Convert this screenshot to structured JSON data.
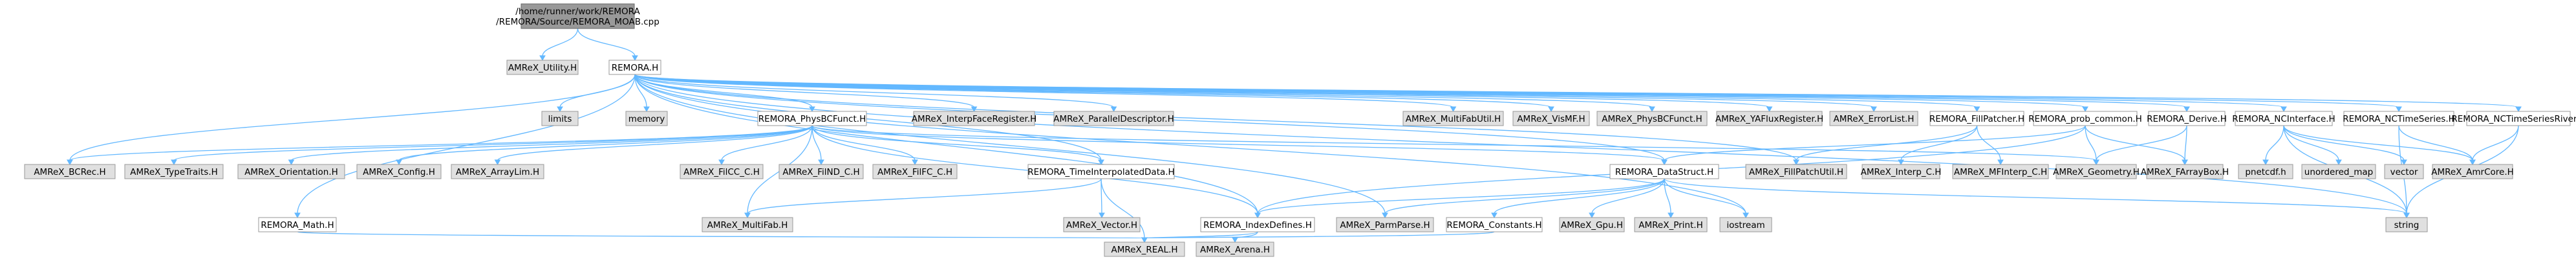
{
  "colors": {
    "root_fill": "#999999",
    "internal_fill": "#ffffff",
    "external_fill": "#e0e0e0",
    "border": "#999999",
    "edge": "#63b8ff"
  },
  "nodes": [
    {
      "id": "root",
      "kind": "root",
      "label_lines": [
        "/home/runner/work/REMORA",
        "/REMORA/Source/REMORA_MOAB.cpp"
      ]
    },
    {
      "id": "amrex_utility",
      "kind": "external",
      "label_lines": [
        "AMReX_Utility.H"
      ]
    },
    {
      "id": "remora_h",
      "kind": "internal",
      "label_lines": [
        "REMORA.H"
      ]
    },
    {
      "id": "limits",
      "kind": "external",
      "label_lines": [
        "limits"
      ]
    },
    {
      "id": "memory",
      "kind": "external",
      "label_lines": [
        "memory"
      ]
    },
    {
      "id": "physbcfunct",
      "kind": "internal",
      "label_lines": [
        "REMORA_PhysBCFunct.H"
      ]
    },
    {
      "id": "interfaceregister",
      "kind": "external",
      "label_lines": [
        "AMReX_InterpFaceRegister.H"
      ]
    },
    {
      "id": "paralleldescriptor",
      "kind": "external",
      "label_lines": [
        "AMReX_ParallelDescriptor.H"
      ]
    },
    {
      "id": "multifabutil",
      "kind": "external",
      "label_lines": [
        "AMReX_MultiFabUtil.H"
      ]
    },
    {
      "id": "vismf",
      "kind": "external",
      "label_lines": [
        "AMReX_VisMF.H"
      ]
    },
    {
      "id": "amrex_physbcfunct",
      "kind": "external",
      "label_lines": [
        "AMReX_PhysBCFunct.H"
      ]
    },
    {
      "id": "yafluxregister",
      "kind": "external",
      "label_lines": [
        "AMReX_YAFluxRegister.H"
      ]
    },
    {
      "id": "errorlist",
      "kind": "external",
      "label_lines": [
        "AMReX_ErrorList.H"
      ]
    },
    {
      "id": "fillpatcher",
      "kind": "internal",
      "label_lines": [
        "REMORA_FillPatcher.H"
      ]
    },
    {
      "id": "prob_common",
      "kind": "internal",
      "label_lines": [
        "REMORA_prob_common.H"
      ]
    },
    {
      "id": "derive",
      "kind": "internal",
      "label_lines": [
        "REMORA_Derive.H"
      ]
    },
    {
      "id": "ncinterface",
      "kind": "internal",
      "label_lines": [
        "REMORA_NCInterface.H"
      ]
    },
    {
      "id": "nctimeseries",
      "kind": "internal",
      "label_lines": [
        "REMORA_NCTimeSeries.H"
      ]
    },
    {
      "id": "nctimeseriesriver",
      "kind": "internal",
      "label_lines": [
        "REMORA_NCTimeSeriesRiver.H"
      ]
    },
    {
      "id": "bcrec",
      "kind": "external",
      "label_lines": [
        "AMReX_BCRec.H"
      ]
    },
    {
      "id": "typetraits",
      "kind": "external",
      "label_lines": [
        "AMReX_TypeTraits.H"
      ]
    },
    {
      "id": "orientation",
      "kind": "external",
      "label_lines": [
        "AMReX_Orientation.H"
      ]
    },
    {
      "id": "config",
      "kind": "external",
      "label_lines": [
        "AMReX_Config.H"
      ]
    },
    {
      "id": "arraylim",
      "kind": "external",
      "label_lines": [
        "AMReX_ArrayLim.H"
      ]
    },
    {
      "id": "filcc",
      "kind": "external",
      "label_lines": [
        "AMReX_FilCC_C.H"
      ]
    },
    {
      "id": "filnd",
      "kind": "external",
      "label_lines": [
        "AMReX_FilND_C.H"
      ]
    },
    {
      "id": "filfc",
      "kind": "external",
      "label_lines": [
        "AMReX_FilFC_C.H"
      ]
    },
    {
      "id": "timeinterpolated",
      "kind": "internal",
      "label_lines": [
        "REMORA_TimeInterpolatedData.H"
      ]
    },
    {
      "id": "datastruct",
      "kind": "internal",
      "label_lines": [
        "REMORA_DataStruct.H"
      ]
    },
    {
      "id": "fillpatchutil",
      "kind": "external",
      "label_lines": [
        "AMReX_FillPatchUtil.H"
      ]
    },
    {
      "id": "interp_c",
      "kind": "external",
      "label_lines": [
        "AMReX_Interp_C.H"
      ]
    },
    {
      "id": "mfinterp",
      "kind": "external",
      "label_lines": [
        "AMReX_MFInterp_C.H"
      ]
    },
    {
      "id": "geometry",
      "kind": "external",
      "label_lines": [
        "AMReX_Geometry.H"
      ]
    },
    {
      "id": "farraybox",
      "kind": "external",
      "label_lines": [
        "AMReX_FArrayBox.H"
      ]
    },
    {
      "id": "pnetcdf",
      "kind": "external",
      "label_lines": [
        "pnetcdf.h"
      ]
    },
    {
      "id": "unordered_map",
      "kind": "external",
      "label_lines": [
        "unordered_map"
      ]
    },
    {
      "id": "vector",
      "kind": "external",
      "label_lines": [
        "vector"
      ]
    },
    {
      "id": "amrcore",
      "kind": "external",
      "label_lines": [
        "AMReX_AmrCore.H"
      ]
    },
    {
      "id": "string",
      "kind": "external",
      "label_lines": [
        "string"
      ]
    },
    {
      "id": "math",
      "kind": "internal",
      "label_lines": [
        "REMORA_Math.H"
      ]
    },
    {
      "id": "multifab",
      "kind": "external",
      "label_lines": [
        "AMReX_MultiFab.H"
      ]
    },
    {
      "id": "vector_h",
      "kind": "external",
      "label_lines": [
        "AMReX_Vector.H"
      ]
    },
    {
      "id": "indexdefines",
      "kind": "internal",
      "label_lines": [
        "REMORA_IndexDefines.H"
      ]
    },
    {
      "id": "parmparse",
      "kind": "external",
      "label_lines": [
        "AMReX_ParmParse.H"
      ]
    },
    {
      "id": "constants",
      "kind": "internal",
      "label_lines": [
        "REMORA_Constants.H"
      ]
    },
    {
      "id": "gpu",
      "kind": "external",
      "label_lines": [
        "AMReX_Gpu.H"
      ]
    },
    {
      "id": "print",
      "kind": "external",
      "label_lines": [
        "AMReX_Print.H"
      ]
    },
    {
      "id": "iostream",
      "kind": "external",
      "label_lines": [
        "iostream"
      ]
    },
    {
      "id": "real",
      "kind": "external",
      "label_lines": [
        "AMReX_REAL.H"
      ]
    },
    {
      "id": "arena",
      "kind": "external",
      "label_lines": [
        "AMReX_Arena.H"
      ]
    }
  ],
  "edges": [
    [
      "root",
      "amrex_utility"
    ],
    [
      "root",
      "remora_h"
    ],
    [
      "remora_h",
      "limits"
    ],
    [
      "remora_h",
      "memory"
    ],
    [
      "remora_h",
      "physbcfunct"
    ],
    [
      "remora_h",
      "interfaceregister"
    ],
    [
      "remora_h",
      "paralleldescriptor"
    ],
    [
      "remora_h",
      "multifabutil"
    ],
    [
      "remora_h",
      "vismf"
    ],
    [
      "remora_h",
      "amrex_physbcfunct"
    ],
    [
      "remora_h",
      "yafluxregister"
    ],
    [
      "remora_h",
      "errorlist"
    ],
    [
      "remora_h",
      "fillpatcher"
    ],
    [
      "remora_h",
      "prob_common"
    ],
    [
      "remora_h",
      "derive"
    ],
    [
      "remora_h",
      "ncinterface"
    ],
    [
      "remora_h",
      "nctimeseries"
    ],
    [
      "remora_h",
      "nctimeseriesriver"
    ],
    [
      "remora_h",
      "math"
    ],
    [
      "remora_h",
      "bcrec"
    ],
    [
      "remora_h",
      "timeinterpolated"
    ],
    [
      "remora_h",
      "datastruct"
    ],
    [
      "remora_h",
      "indexdefines"
    ],
    [
      "remora_h",
      "parmparse"
    ],
    [
      "remora_h",
      "iostream"
    ],
    [
      "remora_h",
      "string"
    ],
    [
      "remora_h",
      "fillpatchutil"
    ],
    [
      "physbcfunct",
      "bcrec"
    ],
    [
      "physbcfunct",
      "typetraits"
    ],
    [
      "physbcfunct",
      "orientation"
    ],
    [
      "physbcfunct",
      "config"
    ],
    [
      "physbcfunct",
      "arraylim"
    ],
    [
      "physbcfunct",
      "filcc"
    ],
    [
      "physbcfunct",
      "filnd"
    ],
    [
      "physbcfunct",
      "filfc"
    ],
    [
      "physbcfunct",
      "timeinterpolated"
    ],
    [
      "physbcfunct",
      "datastruct"
    ],
    [
      "physbcfunct",
      "indexdefines"
    ],
    [
      "physbcfunct",
      "multifab"
    ],
    [
      "physbcfunct",
      "geometry"
    ],
    [
      "timeinterpolated",
      "multifab"
    ],
    [
      "timeinterpolated",
      "vector_h"
    ],
    [
      "timeinterpolated",
      "real"
    ],
    [
      "datastruct",
      "indexdefines"
    ],
    [
      "datastruct",
      "parmparse"
    ],
    [
      "datastruct",
      "constants"
    ],
    [
      "datastruct",
      "gpu"
    ],
    [
      "datastruct",
      "print"
    ],
    [
      "datastruct",
      "iostream"
    ],
    [
      "datastruct",
      "string"
    ],
    [
      "fillpatcher",
      "fillpatchutil"
    ],
    [
      "fillpatcher",
      "interp_c"
    ],
    [
      "fillpatcher",
      "mfinterp"
    ],
    [
      "prob_common",
      "geometry"
    ],
    [
      "prob_common",
      "farraybox"
    ],
    [
      "prob_common",
      "datastruct"
    ],
    [
      "prob_common",
      "indexdefines"
    ],
    [
      "derive",
      "geometry"
    ],
    [
      "derive",
      "farraybox"
    ],
    [
      "ncinterface",
      "pnetcdf"
    ],
    [
      "ncinterface",
      "unordered_map"
    ],
    [
      "ncinterface",
      "vector"
    ],
    [
      "ncinterface",
      "string"
    ],
    [
      "ncinterface",
      "amrcore"
    ],
    [
      "nctimeseries",
      "amrcore"
    ],
    [
      "nctimeseries",
      "string"
    ],
    [
      "nctimeseriesriver",
      "amrcore"
    ],
    [
      "nctimeseriesriver",
      "string"
    ],
    [
      "math",
      "real"
    ],
    [
      "indexdefines",
      "real"
    ],
    [
      "indexdefines",
      "arena"
    ],
    [
      "constants",
      "real"
    ]
  ]
}
